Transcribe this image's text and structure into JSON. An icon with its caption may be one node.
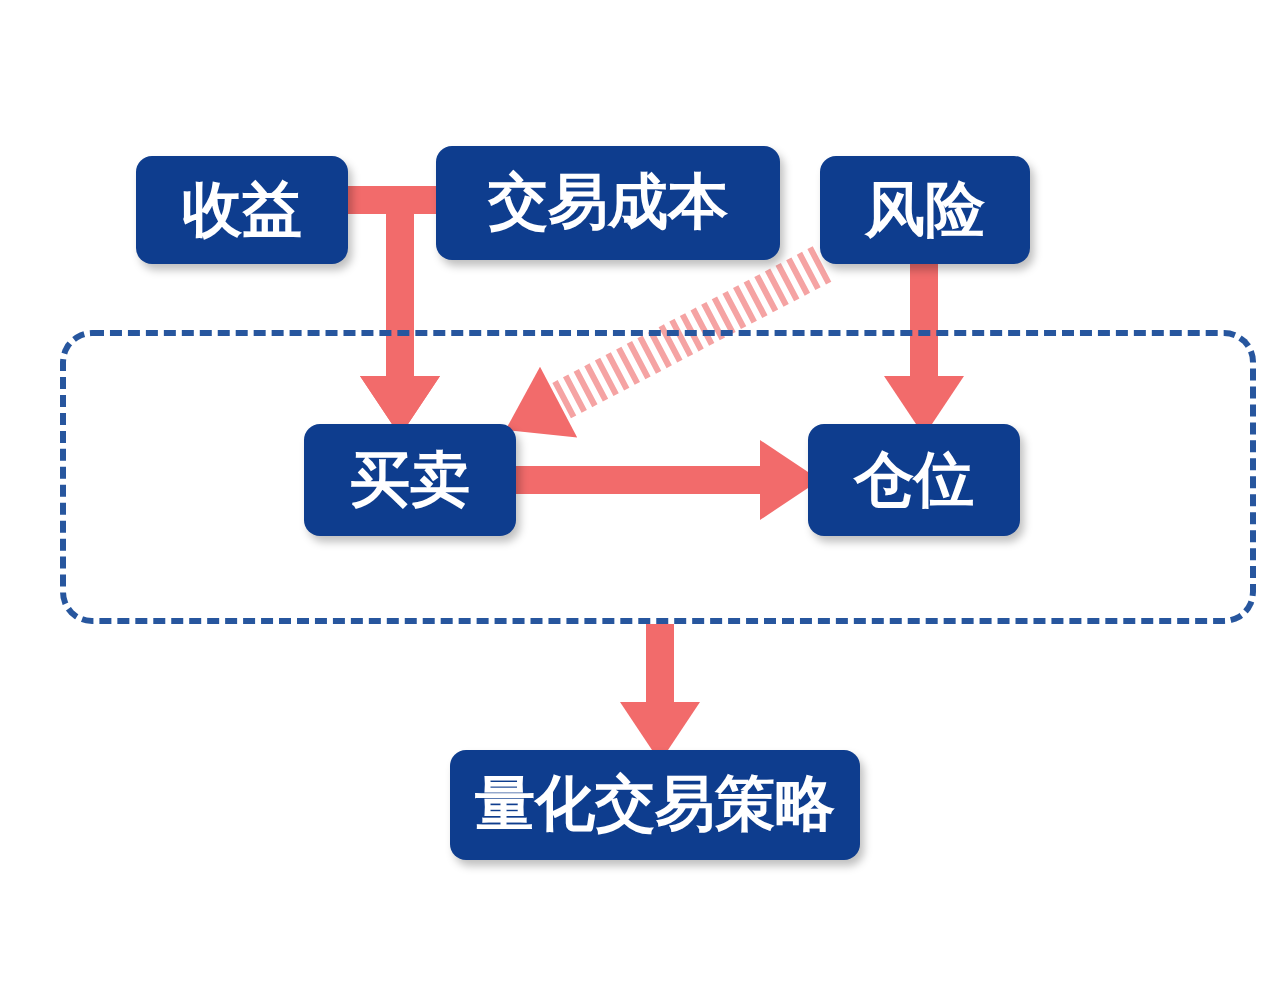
{
  "diagram": {
    "nodes": [
      {
        "text": [
          "收益"
        ]
      },
      {
        "text": [
          "交易成本"
        ]
      },
      {
        "text": [
          "风险"
        ]
      },
      {
        "text": [],
        "shape": "box"
      },
      {
        "text": [
          "买卖"
        ],
        "in": 3
      },
      {
        "text": [
          "仓位"
        ],
        "in": 3
      },
      {
        "text": [
          "量化交易策略"
        ]
      }
    ],
    "edges": [
      {
        "from": 0,
        "to": 4,
        "arrow": "to"
      },
      {
        "from": 1,
        "to": 4,
        "arrow": "to"
      },
      {
        "from": 2,
        "to": 4,
        "arrow": "to",
        "style": "dashed"
      },
      {
        "from": 2,
        "to": 5,
        "arrow": "to"
      },
      {
        "from": 4,
        "to": 5,
        "arrow": "to"
      },
      {
        "from": 3,
        "to": 6,
        "arrow": "to"
      }
    ]
  }
}
